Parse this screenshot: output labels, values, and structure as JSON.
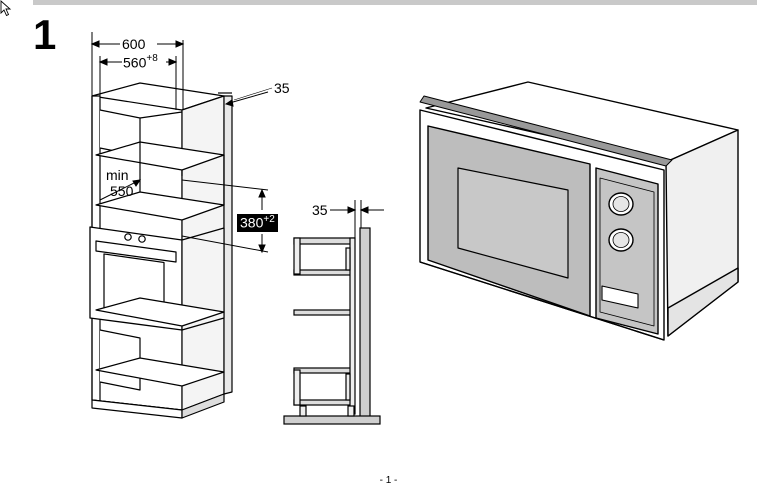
{
  "figure": {
    "number": "1"
  },
  "dimensions": {
    "cabinet_outer_width": "600",
    "cabinet_inner_width": "560",
    "cabinet_inner_width_tol": "+8",
    "back_gap": "35",
    "min_label": "min",
    "min_depth": "550",
    "niche_height": "380",
    "niche_height_tol": "+2",
    "side_gap": "35"
  },
  "footer": {
    "page_number": "- 1 -"
  }
}
